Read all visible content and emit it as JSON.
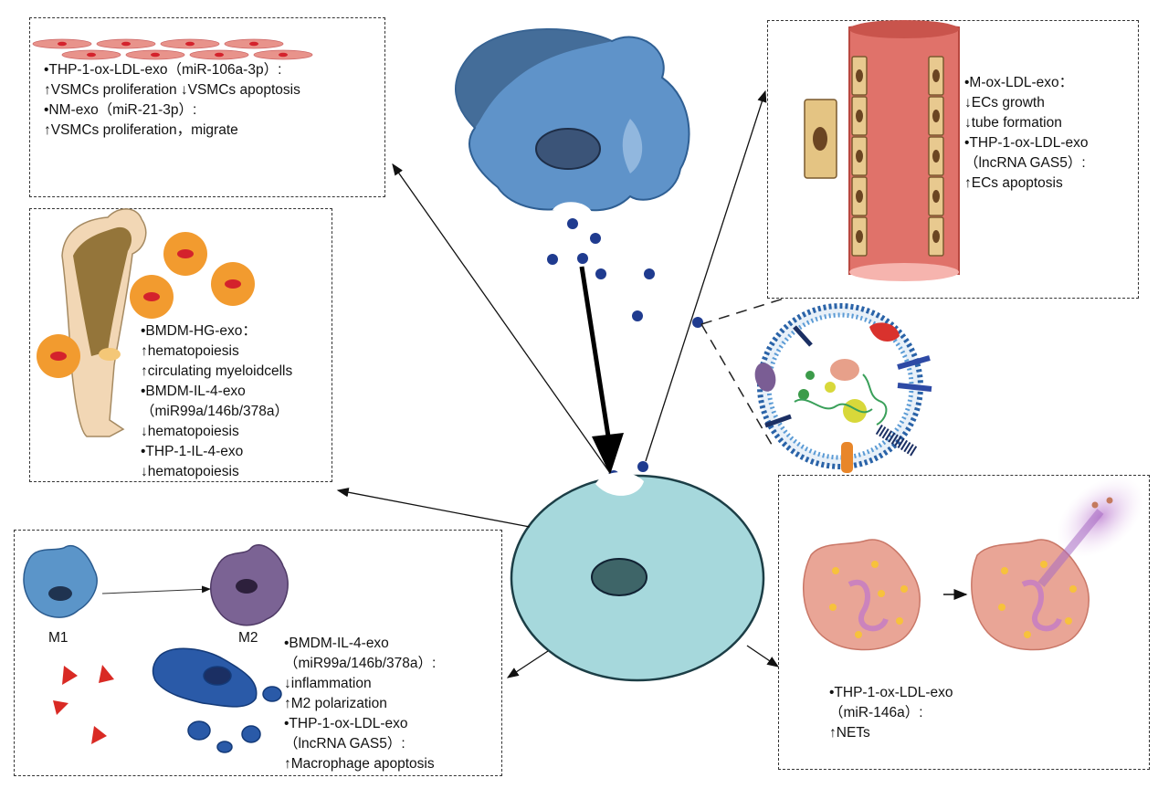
{
  "panels": {
    "vsmc": {
      "lines": [
        "•THP-1-ox-LDL-exo（miR-106a-3p）:",
        "↑VSMCs proliferation ↓VSMCs apoptosis",
        "•NM-exo（miR-21-3p）:",
        "↑VSMCs proliferation，migrate"
      ]
    },
    "bone": {
      "lines": [
        "•BMDM-HG-exo：",
        "↑hematopoiesis",
        "↑circulating myeloidcells",
        "•BMDM-IL-4-exo",
        "（miR99a/146b/378a）",
        "↓hematopoiesis",
        "•THP-1-IL-4-exo",
        "↓hematopoiesis"
      ]
    },
    "macrophage": {
      "m1_label": "M1",
      "m2_label": "M2",
      "lines": [
        "•BMDM-IL-4-exo",
        "（miR99a/146b/378a）:",
        "↓inflammation",
        "↑M2 polarization",
        "•THP-1-ox-LDL-exo",
        "（lncRNA GAS5）:",
        "↑Macrophage apoptosis"
      ]
    },
    "endothelial": {
      "lines": [
        "•M-ox-LDL-exo：",
        "↓ECs growth",
        "↓tube formation",
        "•THP-1-ox-LDL-exo",
        "（lncRNA GAS5）:",
        "↑ECs apoptosis"
      ]
    },
    "nets": {
      "lines": [
        "•THP-1-ox-LDL-exo",
        "（miR-146a）:",
        "↑NETs"
      ]
    }
  },
  "colors": {
    "donor_cell": "#5f93c9",
    "recipient_cell": "#a6d8dc",
    "exosome_dot": "#1f3b8f",
    "vessel": "#e0726a",
    "macrophage_m1": "#5b95c9",
    "macrophage_m2": "#7b6394",
    "neutrophil": "#e9a596"
  },
  "icons": [
    "donor-macrophage-cell",
    "recipient-cell",
    "exosome-structure",
    "blood-vessel",
    "bone",
    "neutrophil-cell"
  ]
}
